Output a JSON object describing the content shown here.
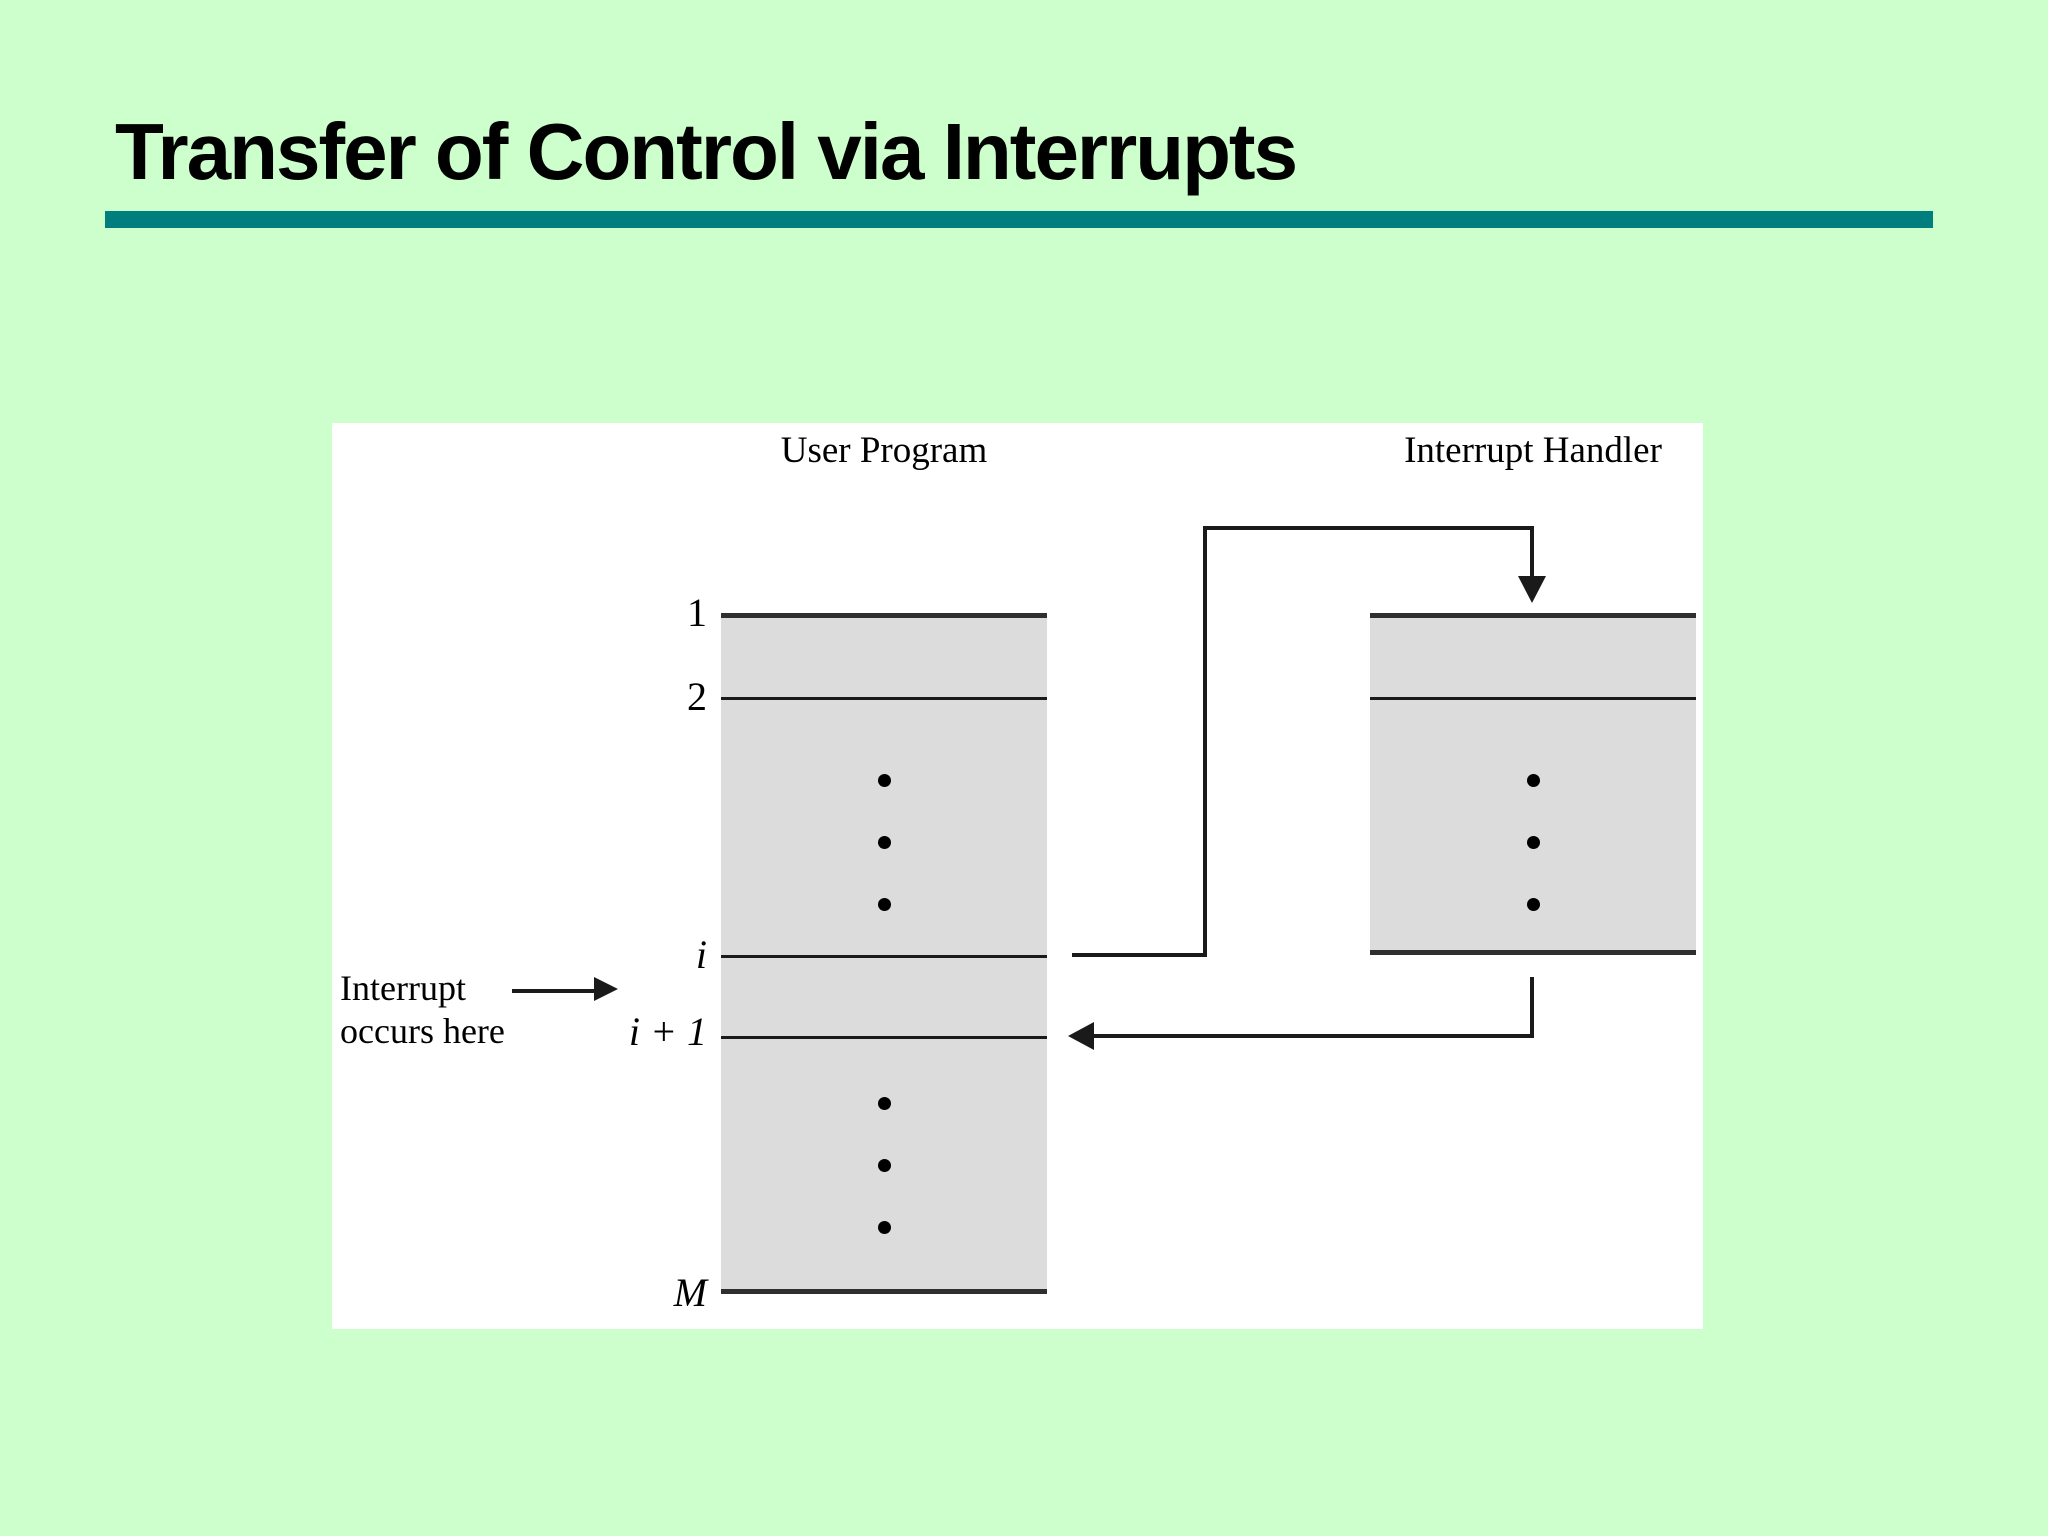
{
  "slide": {
    "title": "Transfer of Control via Interrupts"
  },
  "colors": {
    "background": "#ccffcc",
    "accent": "#007d7d",
    "panel": "#ffffff",
    "block_fill": "#dcdcdc",
    "line": "#1a1a1a"
  },
  "diagram": {
    "user_program": {
      "title": "User Program",
      "row_labels": [
        "1",
        "2",
        "i",
        "i + 1",
        "M"
      ]
    },
    "interrupt_handler": {
      "title": "Interrupt Handler"
    },
    "annotation": {
      "line1": "Interrupt",
      "line2": "occurs here"
    }
  }
}
